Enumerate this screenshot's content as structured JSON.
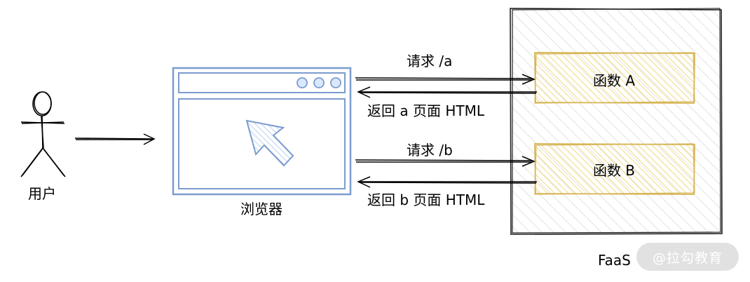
{
  "user": {
    "label": "用户"
  },
  "browser": {
    "label": "浏览器"
  },
  "faas": {
    "label": "FaaS"
  },
  "functions": [
    {
      "label": "函数 A",
      "request": "请求 /a",
      "response": "返回 a 页面 HTML"
    },
    {
      "label": "函数 B",
      "request": "请求 /b",
      "response": "返回 b 页面 HTML"
    }
  ],
  "watermark": "@拉勾教育",
  "colors": {
    "browser_stroke": "#7b9ccf",
    "browser_fill": "#dae8fc",
    "function_stroke": "#d6b656",
    "function_fill": "#fff2cc",
    "faas_stroke": "#222222"
  }
}
